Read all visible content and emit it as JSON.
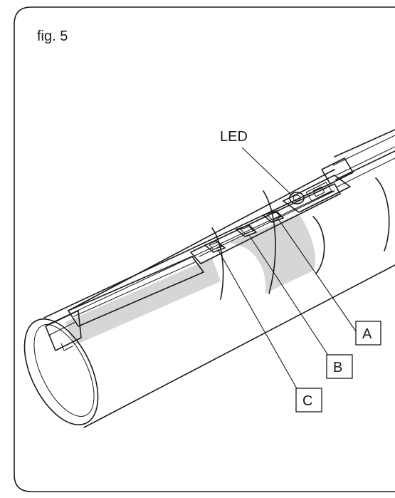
{
  "figure": {
    "label": "fig. 5"
  },
  "callouts": {
    "led": "LED",
    "a": "A",
    "b": "B",
    "c": "C"
  },
  "colors": {
    "outline": "#1a1a1a",
    "panel_grey": "#d6d6d6",
    "background": "#ffffff"
  }
}
